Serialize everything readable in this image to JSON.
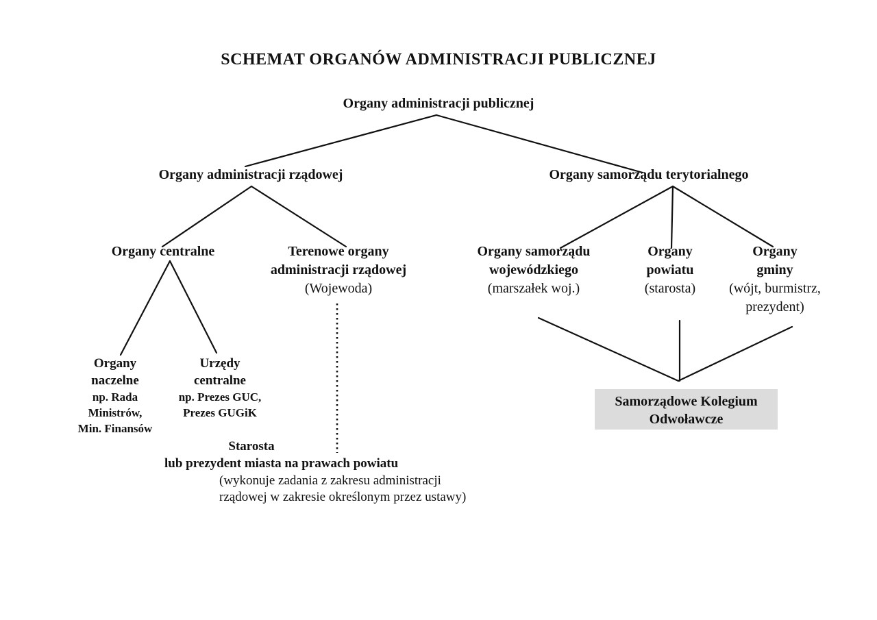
{
  "title": "SCHEMAT ORGANÓW ADMINISTRACJI PUBLICZNEJ",
  "nodes": {
    "root": "Organy administracji publicznej",
    "gov": "Organy administracji rządowej",
    "local": "Organy samorządu terytorialnego",
    "central_organs": "Organy centralne",
    "territorial": {
      "l1": "Terenowe organy",
      "l2": "administracji rządowej",
      "note": "(Wojewoda)"
    },
    "voivodeship": {
      "l1": "Organy samorządu",
      "l2": "wojewódzkiego",
      "note": "(marszałek woj.)"
    },
    "county": {
      "l1": "Organy",
      "l2": "powiatu",
      "note": "(starosta)"
    },
    "commune": {
      "l1": "Organy",
      "l2": "gminy",
      "note1": "(wójt, burmistrz,",
      "note2": "prezydent)"
    },
    "supreme": {
      "l1": "Organy",
      "l2": "naczelne",
      "ex1": "np. Rada",
      "ex2": "Ministrów,",
      "ex3": "Min. Finansów"
    },
    "central_offices": {
      "l1": "Urzędy",
      "l2": "centralne",
      "ex1": "np. Prezes GUC,",
      "ex2": "Prezes GUGiK"
    },
    "starosta": {
      "title": "Starosta",
      "sub": "lub prezydent miasta na prawach powiatu",
      "note1": "(wykonuje zadania z zakresu administracji",
      "note2": "rządowej w zakresie określonym przez ustawy)"
    },
    "sko": {
      "l1": "Samorządowe Kolegium",
      "l2": "Odwoławcze"
    }
  },
  "colors": {
    "text": "#111111",
    "line": "#111111",
    "sko_box_bg": "#dcdcdc",
    "page_bg": "#ffffff"
  }
}
